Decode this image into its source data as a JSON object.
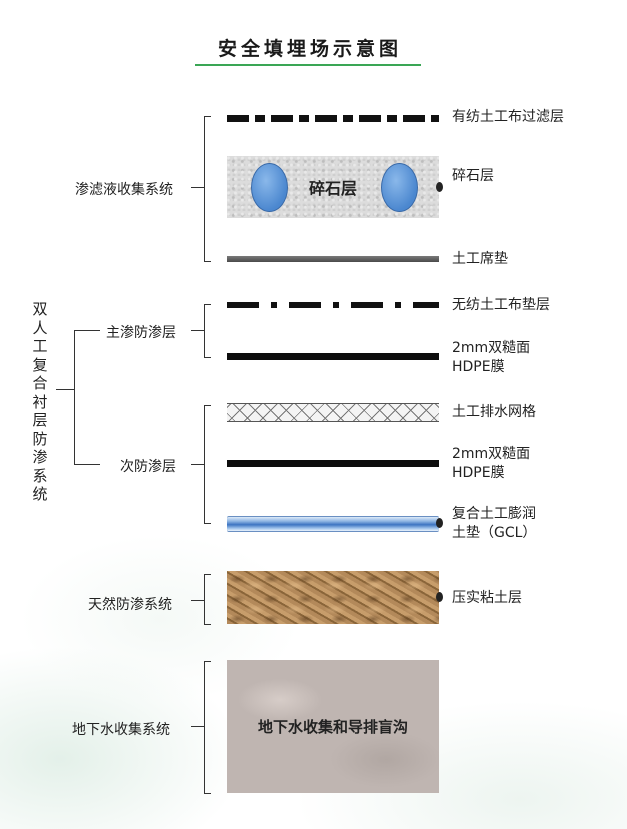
{
  "title": "安全填埋场示意图",
  "colors": {
    "title_rule": "#3aa655",
    "pipe": "#4b87cf"
  },
  "main_system": "双人工复合衬层防渗系统",
  "groups": {
    "leachate": "渗滤液收集系统",
    "primary": "主渗防渗层",
    "secondary": "次防渗层",
    "natural": "天然防渗系统",
    "groundwater": "地下水收集系统"
  },
  "layers": {
    "woven_filter": "有纺土工布过滤层",
    "gravel": "碎石层",
    "gravel_inner": "碎石层",
    "geo_mat": "土工席垫",
    "nonwoven_cushion": "无纺土工布垫层",
    "hdpe_1": [
      "2mm双糙面",
      "HDPE膜"
    ],
    "drain_net": "土工排水网格",
    "hdpe_2": [
      "2mm双糙面",
      "HDPE膜"
    ],
    "gcl": [
      "复合土工膨润",
      "土垫（GCL）"
    ],
    "clay": "压实粘土层",
    "groundwater_inner": "地下水收集和导排盲沟"
  }
}
